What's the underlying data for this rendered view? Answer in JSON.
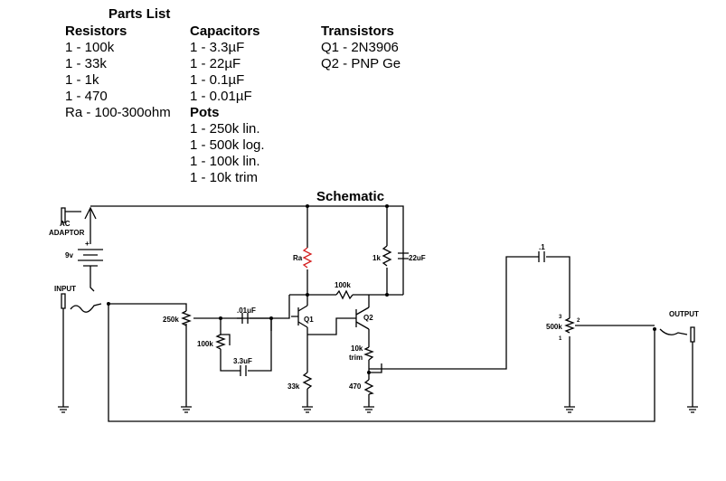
{
  "parts_list": {
    "title": "Parts List",
    "resistors": {
      "heading": "Resistors",
      "items": [
        "1 - 100k",
        "1 - 33k",
        "1 - 1k",
        "1 - 470",
        "Ra - 100-300ohm"
      ]
    },
    "capacitors": {
      "heading": "Capacitors",
      "items": [
        "1 - 3.3µF",
        "1 - 22µF",
        "1 - 0.1µF",
        "1 - 0.01µF"
      ]
    },
    "pots": {
      "heading": "Pots",
      "items": [
        "1 - 250k lin.",
        "1 - 500k log.",
        "1 - 100k lin.",
        "1 - 10k trim"
      ]
    },
    "transistors": {
      "heading": "Transistors",
      "items": [
        "Q1 - 2N3906",
        "Q2 - PNP Ge"
      ]
    }
  },
  "schematic": {
    "title": "Schematic",
    "labels": {
      "ac_adaptor_1": "AC",
      "ac_adaptor_2": "ADAPTOR",
      "battery": "9v",
      "plus": "+",
      "input": "INPUT",
      "output": "OUTPUT",
      "pot_250k": "250k",
      "pot_100k": "100k",
      "pot_500k": "500k",
      "cap_01uF": ".01uF",
      "cap_3_3uF": "3.3uF",
      "cap_22uF": "22uF",
      "cap_1": ".1",
      "res_ra": "Ra",
      "res_1k": "1k",
      "res_100k": "100k",
      "res_33k": "33k",
      "res_470": "470",
      "trim_10k_1": "10k",
      "trim_10k_2": "trim",
      "q1": "Q1",
      "q2": "Q2",
      "pin1": "1",
      "pin2": "2",
      "pin3": "3"
    }
  },
  "colors": {
    "wire": "#000000",
    "ra_resistor": "#d42020"
  }
}
